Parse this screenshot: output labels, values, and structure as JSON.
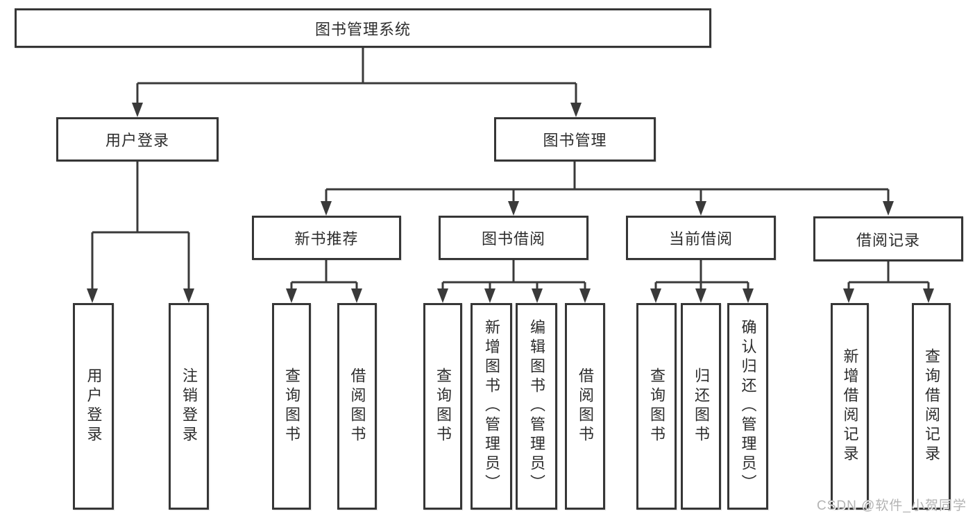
{
  "diagram": {
    "type": "hierarchy-tree",
    "root": {
      "label": "图书管理系统"
    },
    "level2": [
      {
        "label": "用户登录",
        "parent": "图书管理系统"
      },
      {
        "label": "图书管理",
        "parent": "图书管理系统"
      }
    ],
    "level3": [
      {
        "label": "新书推荐",
        "parent": "图书管理"
      },
      {
        "label": "图书借阅",
        "parent": "图书管理"
      },
      {
        "label": "当前借阅",
        "parent": "图书管理"
      },
      {
        "label": "借阅记录",
        "parent": "图书管理"
      }
    ],
    "leaves": [
      {
        "label": "用户登录",
        "parent": "用户登录"
      },
      {
        "label": "注销登录",
        "parent": "用户登录"
      },
      {
        "label": "查询图书",
        "parent": "新书推荐"
      },
      {
        "label": "借阅图书",
        "parent": "新书推荐"
      },
      {
        "label": "查询图书",
        "parent": "图书借阅"
      },
      {
        "label": "新增图书（管理员）",
        "parent": "图书借阅"
      },
      {
        "label": "编辑图书（管理员）",
        "parent": "图书借阅"
      },
      {
        "label": "借阅图书",
        "parent": "图书借阅"
      },
      {
        "label": "查询图书",
        "parent": "当前借阅"
      },
      {
        "label": "归还图书",
        "parent": "当前借阅"
      },
      {
        "label": "确认归还（管理员）",
        "parent": "当前借阅"
      },
      {
        "label": "新增借阅记录",
        "parent": "借阅记录"
      },
      {
        "label": "查询借阅记录",
        "parent": "借阅记录"
      }
    ]
  },
  "watermark": {
    "text": "CSDN @软件_小贺同学"
  },
  "colors": {
    "line": "#3a3a3a",
    "border": "#363636",
    "text": "#2d2d2d",
    "background": "#ffffff",
    "watermark": "#b3b3b3"
  }
}
